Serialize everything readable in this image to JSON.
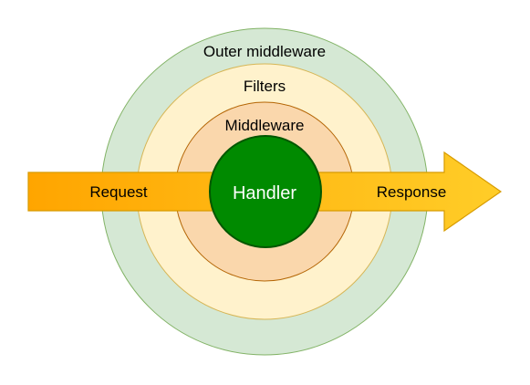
{
  "layers": {
    "outer": {
      "label": "Outer middleware",
      "fill": "#d5e8d4",
      "stroke": "#82b366"
    },
    "filters": {
      "label": "Filters",
      "fill": "#fff2cc",
      "stroke": "#d6b656"
    },
    "middleware": {
      "label": "Middleware",
      "fill": "#fad7ac",
      "stroke": "#b46504"
    },
    "handler": {
      "label": "Handler",
      "fill": "#008a00",
      "stroke": "#005700"
    }
  },
  "flow": {
    "request_label": "Request",
    "response_label": "Response",
    "gradient_start": "#ffa500",
    "gradient_end": "#ffcd28",
    "stroke": "#d79b00"
  }
}
